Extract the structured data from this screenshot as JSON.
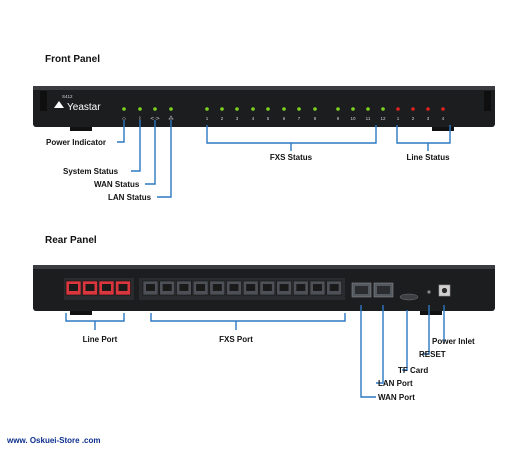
{
  "front_panel": {
    "title": "Front Panel",
    "model": "S412",
    "brand": "Yeastar",
    "status_icons": [
      "◇",
      "ᛒ",
      "<·>",
      "⁂"
    ],
    "fxs_numbers": [
      "1",
      "2",
      "3",
      "4",
      "5",
      "6",
      "7",
      "8",
      "9",
      "10",
      "11",
      "12"
    ],
    "line_numbers": [
      "1",
      "2",
      "3",
      "4"
    ],
    "labels": {
      "power_indicator": "Power Indicator",
      "system_status": "System Status",
      "wan_status": "WAN Status",
      "lan_status": "LAN Status",
      "fxs_status": "FXS Status",
      "line_status": "Line Status"
    },
    "led_colors": {
      "green": "#7ed321",
      "red": "#e02020"
    }
  },
  "rear_panel": {
    "title": "Rear Panel",
    "labels": {
      "line_port": "Line Port",
      "fxs_port": "FXS Port",
      "power_inlet": "Power Inlet",
      "reset": "RESET",
      "tf_card": "TF Card",
      "lan_port": "LAN Port",
      "wan_port": "WAN Port"
    },
    "line_port_color": "#d9363e",
    "fxs_port_count": 12,
    "line_port_count": 4
  },
  "footer": {
    "website": "www. Oskuei-Store .com"
  },
  "colors": {
    "callout_line": "#2b78c2",
    "device_body": "#1b1c1e"
  }
}
